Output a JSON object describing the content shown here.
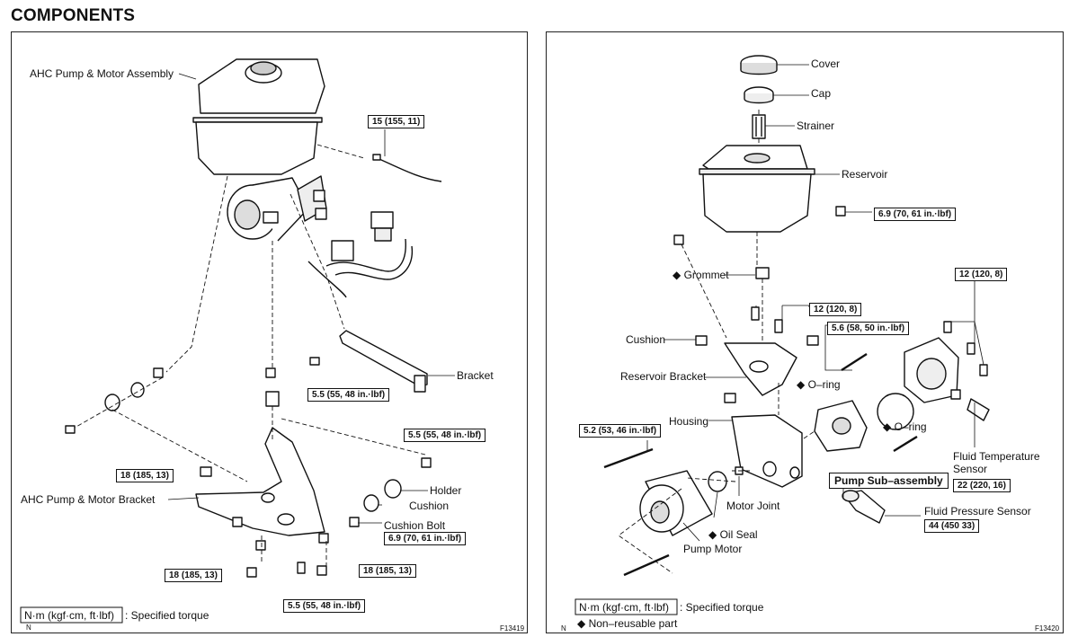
{
  "title": "COMPONENTS",
  "left": {
    "labels": {
      "pump_motor_assembly": "AHC Pump & Motor Assembly",
      "bracket": "Bracket",
      "pump_motor_bracket": "AHC Pump & Motor Bracket",
      "holder": "Holder",
      "cushion": "Cushion",
      "cushion_bolt": "Cushion Bolt"
    },
    "torques": {
      "t_line": "15 (155, 11)",
      "t_bracket_bolt": "5.5 (55, 48 in.·lbf)",
      "t_holder": "5.5 (55, 48 in.·lbf)",
      "t_bracket_left": "18 (185, 13)",
      "t_cushion_bolt": "6.9 (70, 61 in.·lbf)",
      "t_bottom_left": "18 (185, 13)",
      "t_bottom_right": "18 (185, 13)",
      "t_bottom_center": "5.5 (55, 48 in.·lbf)"
    },
    "legend_box": "N·m (kgf·cm, ft·lbf)",
    "legend_text": ": Specified torque",
    "ref": "F13419",
    "n_mark": "N"
  },
  "right": {
    "labels": {
      "cover": "Cover",
      "cap": "Cap",
      "strainer": "Strainer",
      "reservoir": "Reservoir",
      "grommet": "◆ Grommet",
      "cushion": "Cushion",
      "reservoir_bracket": "Reservoir Bracket",
      "o_ring_1": "◆ O–ring",
      "o_ring_2": "◆ O–ring",
      "housing": "Housing",
      "fluid_temp_sensor": "Fluid Temperature\nSensor",
      "motor_joint": "Motor Joint",
      "oil_seal": "◆ Oil Seal",
      "pump_motor": "Pump Motor",
      "fluid_pressure_sensor": "Fluid Pressure Sensor",
      "pump_sub_assembly": "Pump Sub–assembly"
    },
    "torques": {
      "t_reservoir": "6.9 (70, 61 in.·lbf)",
      "t_top_right": "12 (120, 8)",
      "t_bracket": "12 (120, 8)",
      "t_oring": "5.6 (58, 50 in.·lbf)",
      "t_housing": "5.2 (53, 46 in.·lbf)",
      "t_pump_sub": "22 (220, 16)",
      "t_pressure": "44 (450 33)"
    },
    "legend_box": "N·m (kgf·cm, ft·lbf)",
    "legend_text": ": Specified torque",
    "legend_nonreuse": "◆  Non–reusable part",
    "ref": "F13420",
    "n_mark": "N"
  }
}
